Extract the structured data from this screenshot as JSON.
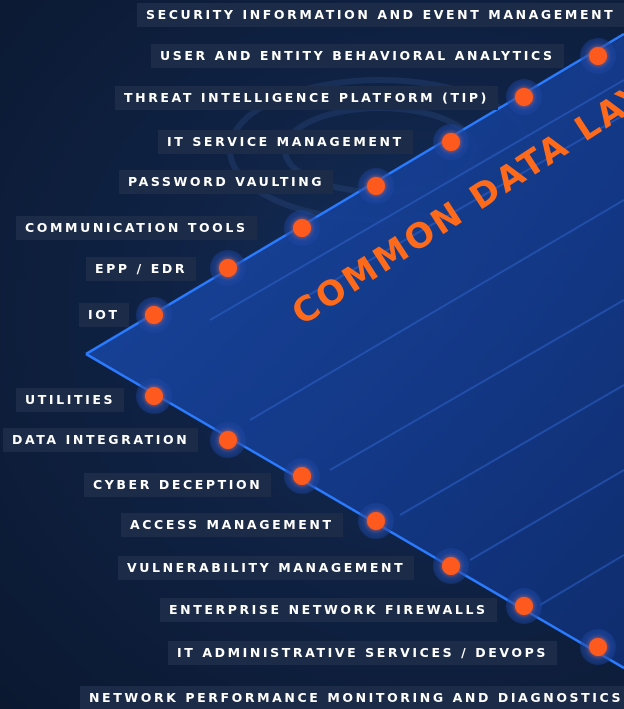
{
  "diagram": {
    "center_label": "COMMON DATA LAYER",
    "top_labels": [
      "SECURITY INFORMATION AND EVENT MANAGEMENT",
      "USER AND ENTITY BEHAVIORAL ANALYTICS",
      "THREAT INTELLIGENCE PLATFORM (TIP)",
      "IT SERVICE MANAGEMENT",
      "PASSWORD VAULTING",
      "COMMUNICATION TOOLS",
      "EPP / EDR",
      "IOT"
    ],
    "bottom_labels": [
      "UTILITIES",
      "DATA INTEGRATION",
      "CYBER DECEPTION",
      "ACCESS MANAGEMENT",
      "VULNERABILITY MANAGEMENT",
      "ENTERPRISE NETWORK FIREWALLS",
      "IT ADMINISTRATIVE SERVICES / DEVOPS",
      "NETWORK PERFORMANCE MONITORING AND DIAGNOSTICS"
    ],
    "colors": {
      "background": "#0d1b33",
      "plane": "#133a8a",
      "edge": "#2a7bff",
      "node": "#ff5a1e",
      "title": "#ff6a1a",
      "label_bg": "#1c2c48",
      "label_text": "#ffffff"
    }
  }
}
